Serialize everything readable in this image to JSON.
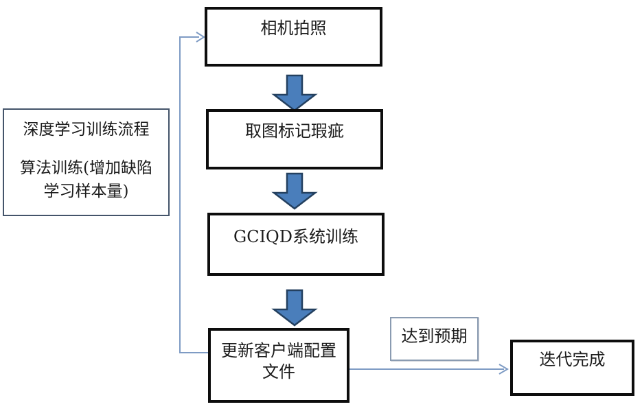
{
  "diagram": {
    "nodes": {
      "camera": {
        "label": "相机拍照"
      },
      "mark": {
        "label": "取图标记瑕疵"
      },
      "train": {
        "label": "GCIQD系统训练"
      },
      "update": {
        "line1": "更新客户端配置",
        "line2": "文件"
      },
      "expected": {
        "label": "达到预期"
      },
      "done": {
        "label": "迭代完成"
      },
      "note": {
        "lines": [
          "深度学习训练流程",
          "算法训练(增加缺陷",
          "学习样本量)"
        ]
      }
    },
    "colors": {
      "background": "#ffffff",
      "box_border": "#0d0d0d",
      "note_border": "#44546a",
      "expected_border": "#8a9bb1",
      "connector": "#7e9bc4",
      "block_arrow_fill": "#4a7ebb",
      "block_arrow_border": "#24405f"
    }
  }
}
